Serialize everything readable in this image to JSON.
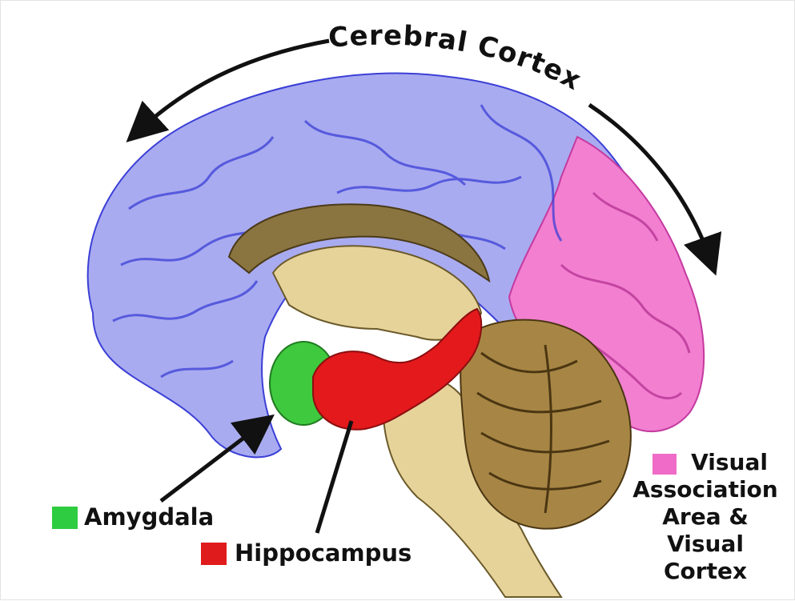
{
  "title": "Cerebral Cortex",
  "regions": [
    {
      "key": "cortex",
      "color": "#a9abf0"
    },
    {
      "key": "visual",
      "color": "#f27fd0"
    },
    {
      "key": "amygdala",
      "color": "#3fc93f"
    },
    {
      "key": "hippocampus",
      "color": "#e3191c"
    }
  ],
  "legend": {
    "amygdala": {
      "label": "Amygdala",
      "color": "#2ecc40"
    },
    "hippocampus": {
      "label": "Hippocampus",
      "color": "#e01b1b"
    },
    "visual": {
      "lines": [
        "Visual",
        "Association",
        "Area & Visual",
        "Cortex"
      ],
      "color": "#f06bc8"
    }
  },
  "colors": {
    "gyri_outline": "#3b3fd6",
    "corpus_callosum": "#8a7440",
    "brainstem": "#e6d39a",
    "cerebellum": "#6e5020",
    "arrow": "#111111"
  }
}
